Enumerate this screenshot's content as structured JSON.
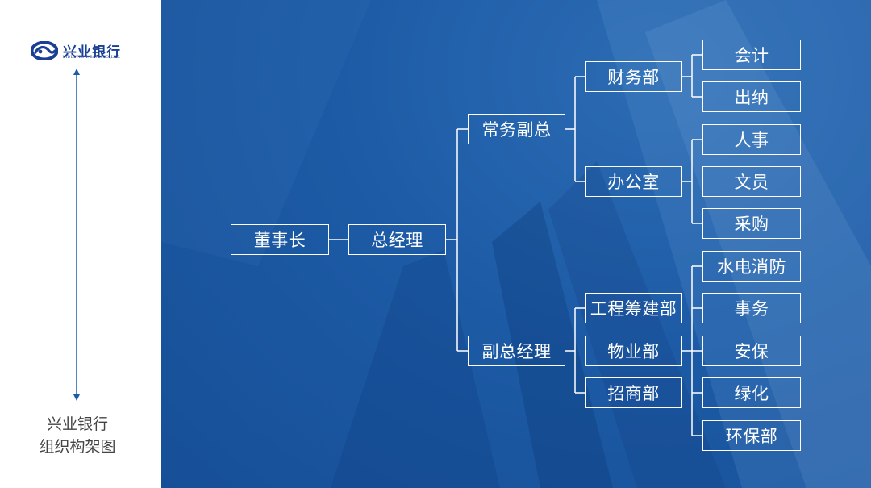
{
  "sidebar": {
    "logo": {
      "cn": "兴业银行",
      "en": "INDUSTRIAL BANK CO.,LTD."
    },
    "caption_line1": "兴业银行",
    "caption_line2": "组织构架图"
  },
  "org": {
    "chairman": "董事长",
    "general_manager": "总经理",
    "executive_vp": "常务副总",
    "deputy_gm": "副总经理",
    "finance_dept": "财务部",
    "office": "办公室",
    "engineering_dept": "工程筹建部",
    "property_dept": "物业部",
    "merchant_dept": "招商部",
    "accounting": "会计",
    "cashier": "出纳",
    "hr": "人事",
    "clerk": "文员",
    "procurement": "采购",
    "water_power_fire": "水电消防",
    "affairs": "事务",
    "security": "安保",
    "greening": "绿化",
    "env_protection": "环保部"
  },
  "colors": {
    "brand_blue": "#1a3f95",
    "background_blue": "#1d5ba6",
    "line": "#ffffff",
    "arrow": "#1f5ca8"
  }
}
